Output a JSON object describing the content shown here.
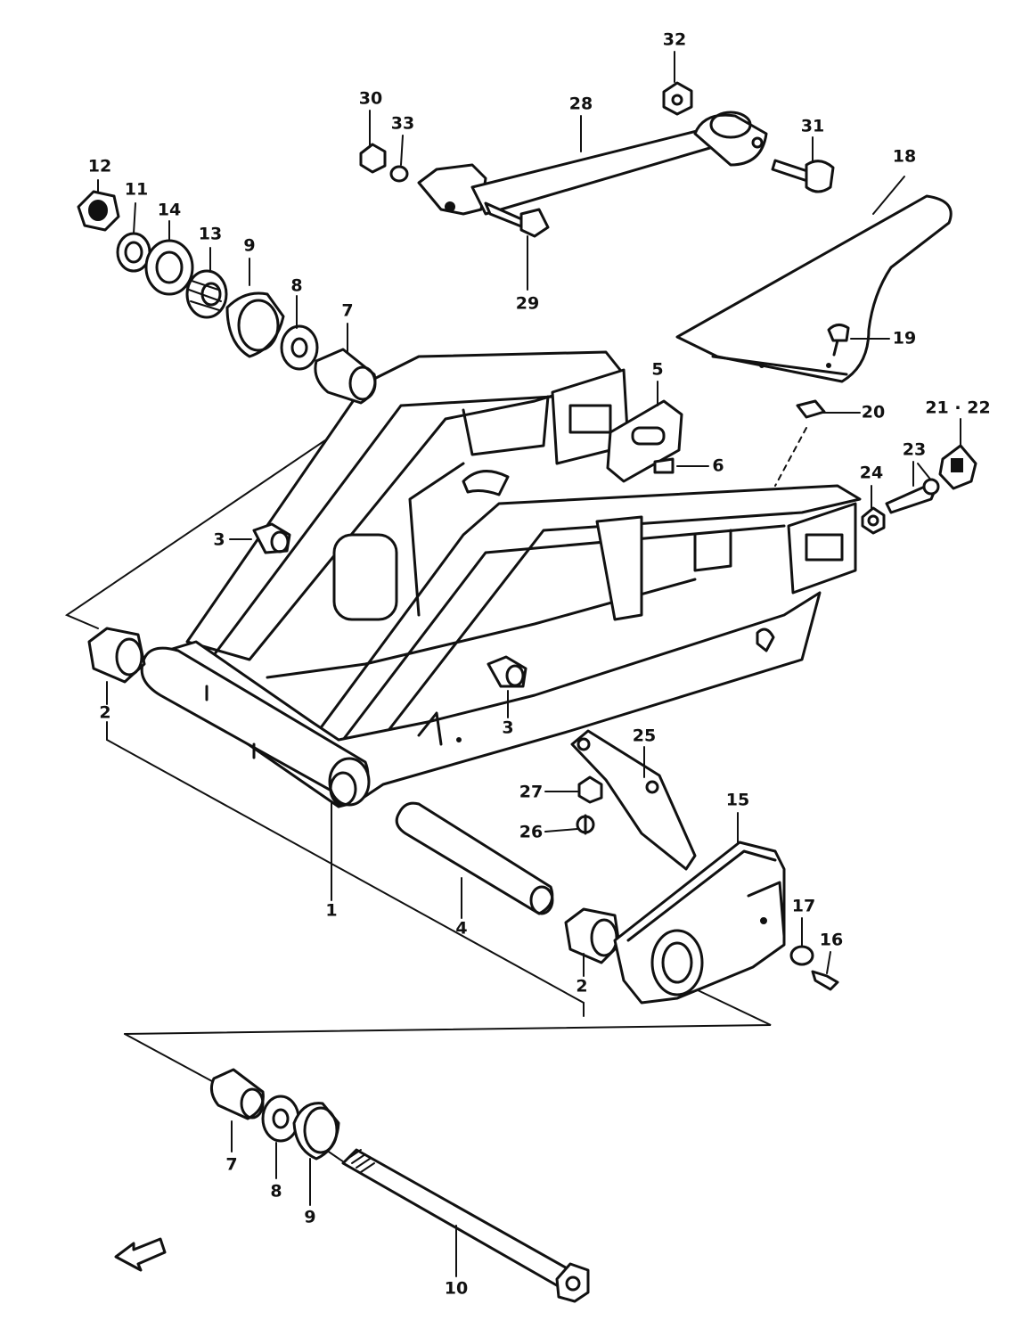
{
  "callouts": {
    "c1": "1",
    "c2a": "2",
    "c2b": "2",
    "c3a": "3",
    "c3b": "3",
    "c4": "4",
    "c5": "5",
    "c6": "6",
    "c7a": "7",
    "c7b": "7",
    "c8a": "8",
    "c8b": "8",
    "c9a": "9",
    "c9b": "9",
    "c10": "10",
    "c11": "11",
    "c12": "12",
    "c13": "13",
    "c14": "14",
    "c15": "15",
    "c16": "16",
    "c17": "17",
    "c18": "18",
    "c19": "19",
    "c20": "20",
    "c21_22": "21 · 22",
    "c23": "23",
    "c24": "24",
    "c25": "25",
    "c26": "26",
    "c27": "27",
    "c28": "28",
    "c29": "29",
    "c30": "30",
    "c31": "31",
    "c32": "32",
    "c33": "33"
  }
}
